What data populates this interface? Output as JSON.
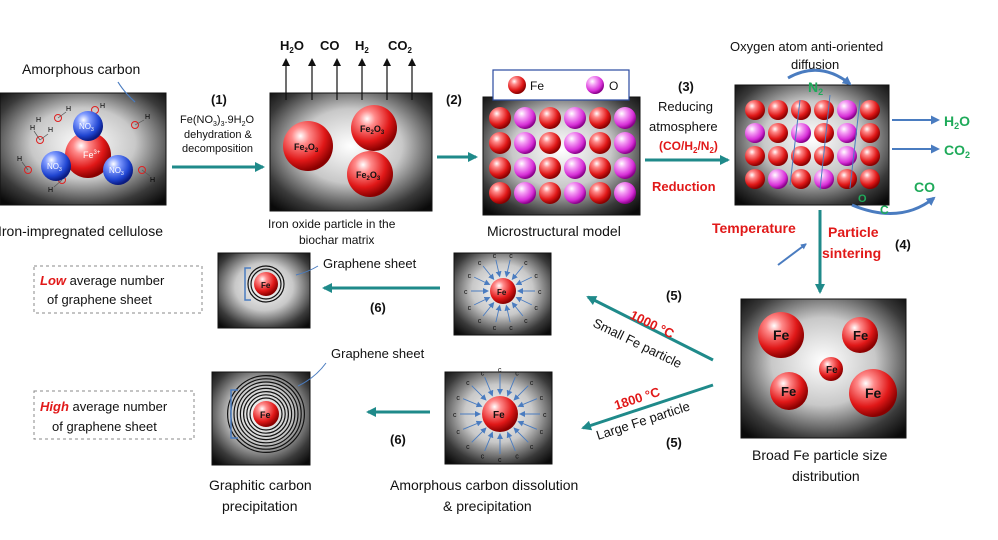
{
  "colors": {
    "arrow": "#1f8a8a",
    "red_text": "#e11919",
    "green_text": "#1faa5a",
    "blue_arrow": "#4a7cc0",
    "iron": "#e02020",
    "oxygen": "#e040e0",
    "nitrate": "#2a54d8"
  },
  "labels": {
    "amorphous_carbon": "Amorphous carbon",
    "iron_cellulose": "Iron-impregnated cellulose",
    "step1_num": "(1)",
    "step1_reagent_a": "Fe(NO",
    "step1_reagent_sub3": "3",
    "step1_reagent_b": ")",
    "step1_reagent_sub3b": "3",
    "step1_reagent_c": ".9H",
    "step1_reagent_sub2": "2",
    "step1_reagent_d": "O",
    "step1_line2": "dehydration &",
    "step1_line3": "decomposition",
    "gas_h2o": "H",
    "gas_h2o_sub": "2",
    "gas_h2o_o": "O",
    "gas_co": "CO",
    "gas_h2": "H",
    "gas_h2_sub": "2",
    "gas_co2": "CO",
    "gas_co2_sub": "2",
    "iron_oxide_line1": "Iron oxide particle in the",
    "iron_oxide_line2": "biochar matrix",
    "step2_num": "(2)",
    "legend_fe": "Fe",
    "legend_o": "O",
    "micro_model": "Microstructural model",
    "step3_num": "(3)",
    "reducing_line1": "Reducing",
    "reducing_line2": "atmosphere",
    "reducing_gas": "(CO/H2/N2)",
    "reduction": "Reduction",
    "oxygen_line1": "Oxygen atom anti-oriented",
    "oxygen_line2": "diffusion",
    "n2": "N",
    "n2_sub": "2",
    "out_h2o": "H",
    "out_h2o_sub": "2",
    "out_h2o_o": "O",
    "out_co2": "CO",
    "out_co2_sub": "2",
    "out_co": "CO",
    "c_label": "C",
    "o_label": "O",
    "temperature": "Temperature",
    "particle": "Particle",
    "sintering": "sintering",
    "step4_num": "(4)",
    "broad_line1": "Broad Fe particle size",
    "broad_line2": "distribution",
    "step5_num_top": "(5)",
    "temp_1000": "1000 °C",
    "small_fe": "Small Fe particle",
    "temp_1800": "1800 °C",
    "large_fe": "Large Fe particle",
    "step5_num_bottom": "(5)",
    "step6_num_top": "(6)",
    "step6_num_bottom": "(6)",
    "graphene_sheet_top": "Graphene sheet",
    "graphene_sheet_bottom": "Graphene sheet",
    "low_word": "Low",
    "low_rest": " average number",
    "low_line2": "of graphene sheet",
    "high_word": "High",
    "high_rest": " average number",
    "high_line2": "of graphene sheet",
    "amorph_dissolution_line1": "Amorphous carbon dissolution",
    "amorph_dissolution_line2": "& precipitation",
    "graphitic_line1": "Graphitic carbon",
    "graphitic_line2": "precipitation",
    "fe": "Fe",
    "fe2o3": "Fe",
    "fe2o3_sub2": "2",
    "fe2o3_o": "O",
    "fe2o3_sub3": "3",
    "no3": "NO",
    "no3_sub": "3",
    "fe3plus": "Fe",
    "fe3plus_sup": "3+",
    "h": "H",
    "o": "O",
    "c": "c"
  }
}
